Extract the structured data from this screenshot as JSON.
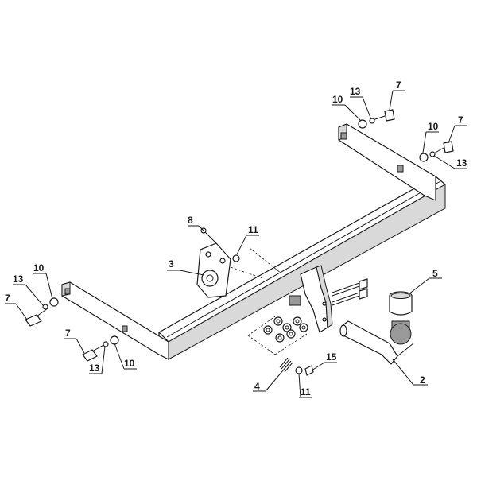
{
  "callouts": {
    "c2": "2",
    "c3": "3",
    "c4": "4",
    "c5": "5",
    "c7a": "7",
    "c7b": "7",
    "c7c": "7",
    "c7d": "7",
    "c8": "8",
    "c10a": "10",
    "c10b": "10",
    "c10c": "10",
    "c10d": "10",
    "c11a": "11",
    "c11b": "11",
    "c13a": "13",
    "c13b": "13",
    "c13c": "13",
    "c13d": "13",
    "c15": "15"
  },
  "colors": {
    "line": "#1a1a1a",
    "shade": "#d9d9d9",
    "dark": "#9a9a9a",
    "background": "#ffffff"
  }
}
